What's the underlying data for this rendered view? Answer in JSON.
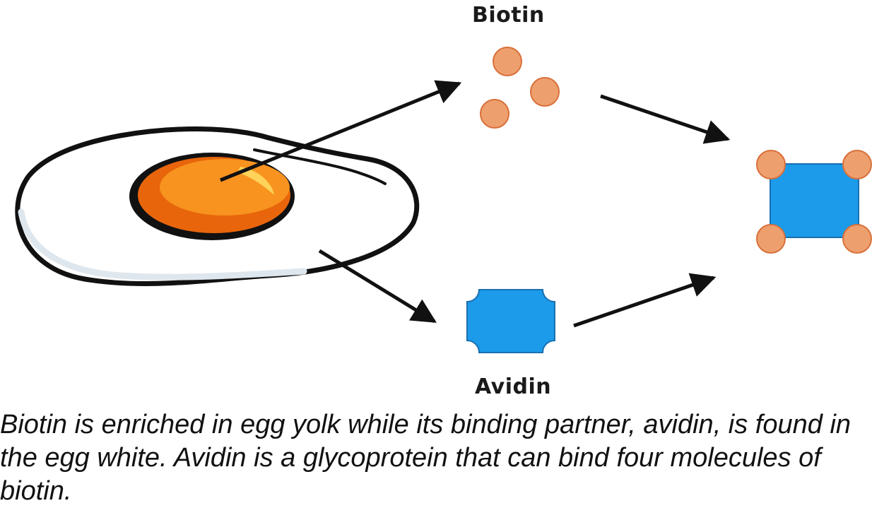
{
  "labels": {
    "biotin": "Biotin",
    "avidin": "Avidin"
  },
  "caption": "Biotin is enriched in egg yolk while its binding partner, avidin, is found in the egg white. Avidin is a glycoprotein that can bind four molecules of biotin.",
  "colors": {
    "biotin": "#ee9f6e",
    "biotin_stroke": "#d9703a",
    "avidin": "#1b9bea",
    "avidin_stroke": "#1a6fb0",
    "yolk": "#f7931e",
    "yolk_dark": "#e8650c",
    "egg_outline": "#111111",
    "arrow": "#111111"
  }
}
